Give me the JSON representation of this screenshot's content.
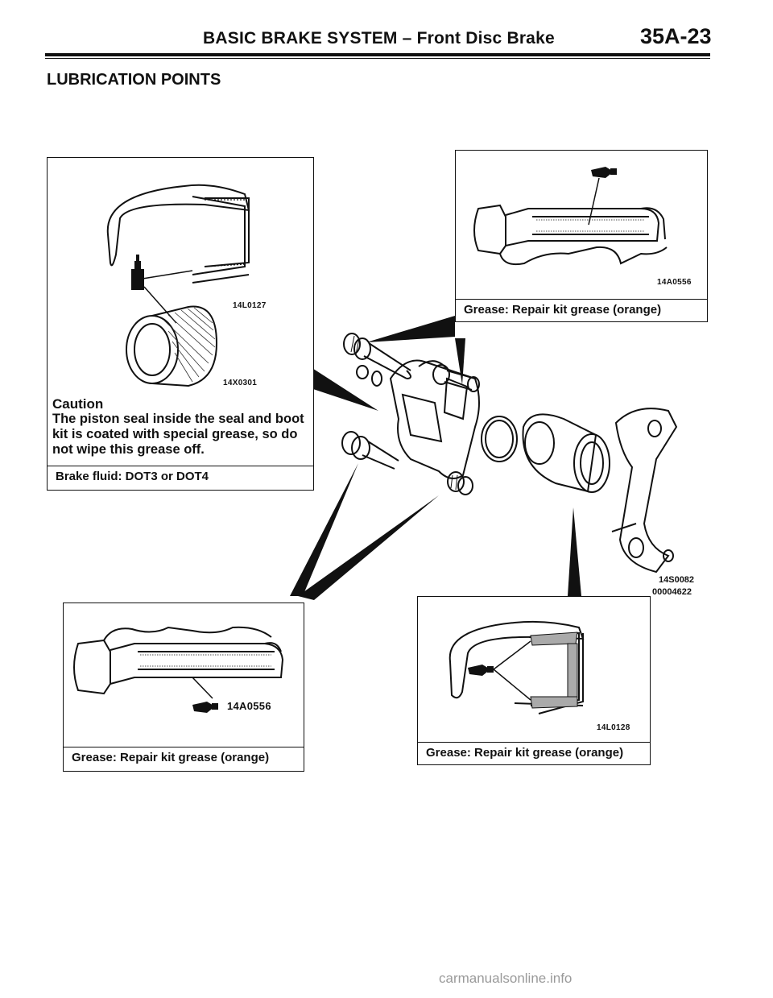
{
  "header": {
    "title": "BASIC BRAKE SYSTEM – Front Disc Brake",
    "page_number": "35A-23"
  },
  "section_title": "LUBRICATION POINTS",
  "panels": {
    "top_left": {
      "code_a": "14L0127",
      "code_b": "14X0301",
      "caution_title": "Caution",
      "caution_text": "The piston seal inside the seal and boot kit is coated with special grease, so do not wipe this grease off.",
      "caption": "Brake fluid: DOT3 or DOT4"
    },
    "top_right": {
      "code": "14A0556",
      "caption": "Grease: Repair kit grease (orange)"
    },
    "bottom_left": {
      "code": "14A0556",
      "caption": "Grease: Repair kit grease (orange)"
    },
    "bottom_right": {
      "code": "14L0128",
      "caption": "Grease: Repair kit grease (orange)"
    }
  },
  "assembly_refs": {
    "ref_a": "14S0082",
    "ref_b": "00004622"
  },
  "footer": {
    "watermark": "carmanualsonline.info"
  }
}
